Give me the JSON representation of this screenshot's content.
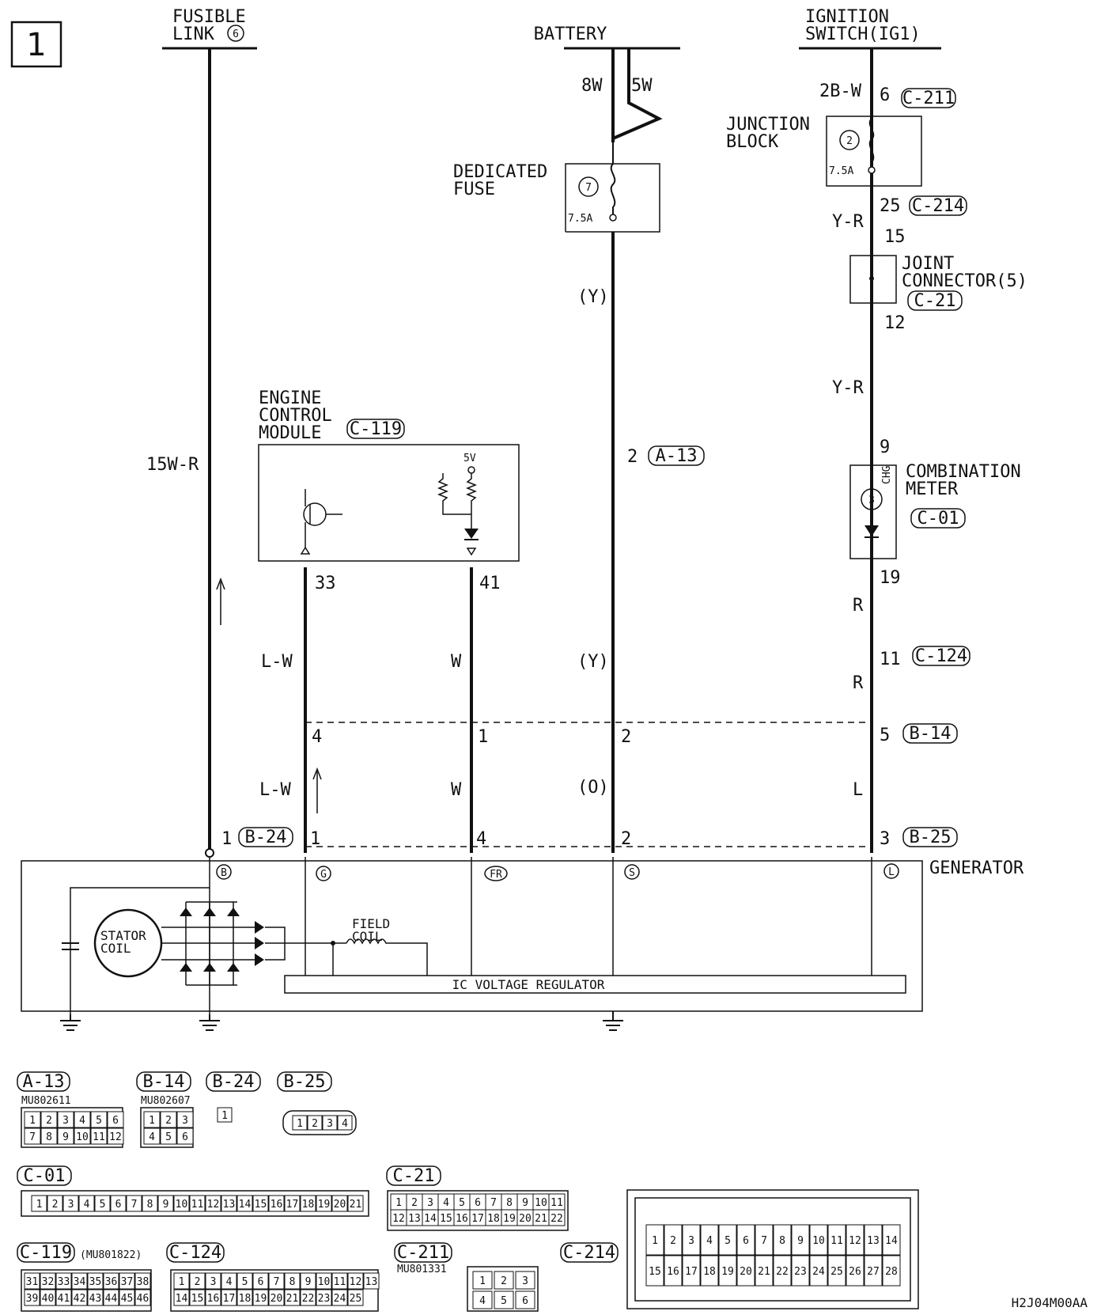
{
  "page_number": "1",
  "diagram_code": "H2J04M00AA",
  "sources": {
    "fusible_link": "FUSIBLE\nLINK",
    "fusible_link_num": "6",
    "battery": "BATTERY",
    "ignition_switch": "IGNITION\nSWITCH(IG1)"
  },
  "components": {
    "junction_block": "JUNCTION\nBLOCK",
    "dedicated_fuse": "DEDICATED\nFUSE",
    "joint_connector": "JOINT\nCONNECTOR(5)",
    "ecm": "ENGINE\nCONTROL\nMODULE",
    "combination_meter": "COMBINATION\nMETER",
    "generator": "GENERATOR",
    "stator_coil": "STATOR\nCOIL",
    "field_coil": "FIELD\nCOIL",
    "ic_regulator": "IC VOLTAGE REGULATOR",
    "chg": "CHG",
    "ecm_5v": "5V",
    "fuse_jb_num": "2",
    "fuse_jb_rating": "7.5A",
    "fuse_ded_num": "7",
    "fuse_ded_rating": "7.5A",
    "meter_lamp_num": "3"
  },
  "wires": {
    "w_15wr": "15W-R",
    "w_8w": "8W",
    "w_5w": "5W",
    "w_y1": "(Y)",
    "w_y2": "(Y)",
    "w_o": "(O)",
    "w_2bw": "2B-W",
    "w_yr1": "Y-R",
    "w_yr2": "Y-R",
    "w_r1": "R",
    "w_r2": "R",
    "w_l": "L",
    "w_lw1": "L-W",
    "w_lw2": "L-W",
    "w_w1": "W",
    "w_w2": "W"
  },
  "connector_refs": {
    "c211": "C-211",
    "c214": "C-214",
    "c21": "C-21",
    "c119": "C-119",
    "a13": "A-13",
    "c01": "C-01",
    "c124": "C-124",
    "b14": "B-14",
    "b24": "B-24",
    "b25": "B-25"
  },
  "pins": {
    "p_ig_6": "6",
    "p_ig_25": "25",
    "p_ig_15": "15",
    "p_ig_12": "12",
    "p_ig_9": "9",
    "p_ig_19": "19",
    "p_ig_11": "11",
    "p_ig_5": "5",
    "p_ig_3": "3",
    "p_bat_2a": "2",
    "p_bat_2b": "2",
    "p_bat_2c": "2",
    "p_ecm_33": "33",
    "p_ecm_41": "41",
    "p_lw_4": "4",
    "p_lw_1": "1",
    "p_w_1": "1",
    "p_w_4": "4",
    "p_fl_1": "1"
  },
  "terminals": {
    "t_b": "B",
    "t_g": "G",
    "t_fr": "FR",
    "t_s": "S",
    "t_l": "L"
  },
  "connector_part_numbers": {
    "a13": "MU802611",
    "b14": "MU802607",
    "c119": "(MU801822)",
    "c211": "MU801331"
  },
  "connector_pins": {
    "a13": [
      "1",
      "2",
      "3",
      "4",
      "5",
      "6",
      "7",
      "8",
      "9",
      "10",
      "11",
      "12"
    ],
    "b14": [
      "1",
      "2",
      "3",
      "4",
      "5",
      "6"
    ],
    "b24": [
      "1"
    ],
    "b25": [
      "1",
      "2",
      "3",
      "4"
    ],
    "c01": [
      "1",
      "2",
      "3",
      "4",
      "5",
      "6",
      "7",
      "8",
      "9",
      "10",
      "11",
      "12",
      "13",
      "14",
      "15",
      "16",
      "17",
      "18",
      "19",
      "20",
      "21"
    ],
    "c21": [
      "1",
      "2",
      "3",
      "4",
      "5",
      "6",
      "7",
      "8",
      "9",
      "10",
      "11",
      "12",
      "13",
      "14",
      "15",
      "16",
      "17",
      "18",
      "19",
      "20",
      "21",
      "22"
    ],
    "c119": [
      "31",
      "32",
      "33",
      "34",
      "35",
      "36",
      "37",
      "38",
      "39",
      "40",
      "41",
      "42",
      "43",
      "44",
      "45",
      "46"
    ],
    "c124": [
      "1",
      "2",
      "3",
      "4",
      "5",
      "6",
      "7",
      "8",
      "9",
      "10",
      "11",
      "12",
      "13",
      "14",
      "15",
      "16",
      "17",
      "18",
      "19",
      "20",
      "21",
      "22",
      "23",
      "24",
      "25"
    ],
    "c211": [
      "1",
      "2",
      "3",
      "4",
      "5",
      "6"
    ],
    "c214": [
      "1",
      "2",
      "3",
      "4",
      "5",
      "6",
      "7",
      "8",
      "9",
      "10",
      "11",
      "12",
      "13",
      "14",
      "15",
      "16",
      "17",
      "18",
      "19",
      "20",
      "21",
      "22",
      "23",
      "24",
      "25",
      "26",
      "27",
      "28"
    ]
  }
}
